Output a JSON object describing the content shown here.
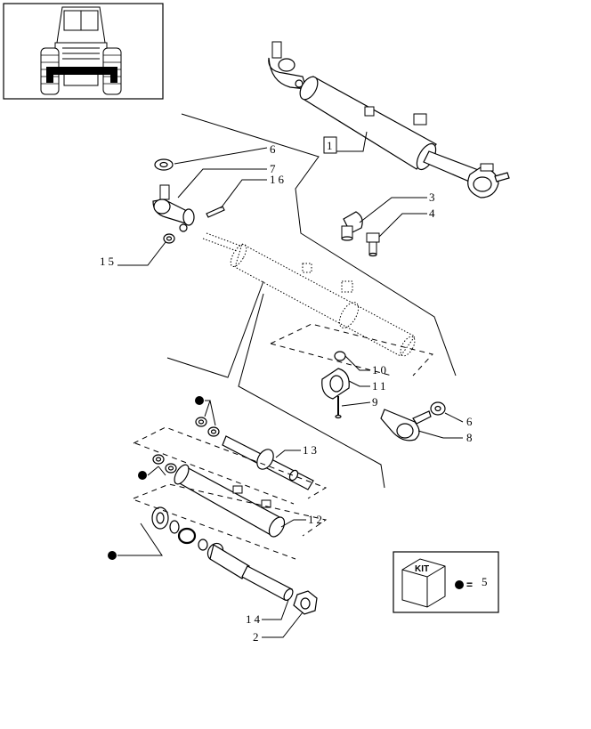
{
  "callouts": {
    "c1": "1",
    "c2": "2",
    "c3": "3",
    "c4": "4",
    "c6a": "6",
    "c6b": "6",
    "c7": "7",
    "c8": "8",
    "c9": "9",
    "c10": "10",
    "c11": "11",
    "c12": "12",
    "c13": "13",
    "c14": "14",
    "c15": "15",
    "c16": "16"
  },
  "kit": {
    "box_label": "KIT",
    "equals": "=",
    "ref": "5"
  }
}
